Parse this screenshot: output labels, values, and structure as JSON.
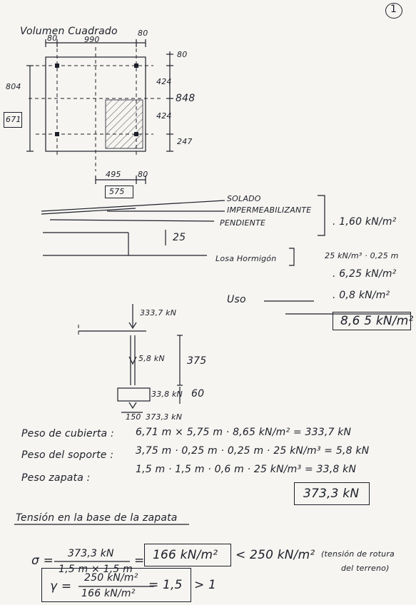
{
  "page_number": "1",
  "plan": {
    "title": "Volumen Cuadrado",
    "dim_80_left": "80",
    "dim_990": "990",
    "dim_80_right": "80",
    "dim_80_side": "80",
    "dim_424_top": "424",
    "dim_424_bottom": "424",
    "dim_848": "848",
    "dim_247": "247",
    "dim_804": "804",
    "dim_671": "671",
    "dim_495": "495",
    "dim_80_bottom": "80",
    "dim_575": "575"
  },
  "layers": {
    "solado": "SOLADO",
    "impermeabilizante": "IMPERMEABILIZANTE",
    "pendiente": "PENDIENTE",
    "dim_25": "25",
    "losa": "Losa Hormigón",
    "val_finishes": ". 1,60 kN/m²",
    "val_losa_calc": "25 kN/m³ · 0,25 m",
    "val_losa": ". 6,25 kN/m²",
    "uso": "Uso",
    "val_uso": ". 0,8 kN/m²",
    "total": "8,6 5 kN/m²"
  },
  "column": {
    "load_top": "333,7 kN",
    "load_mid": "5,8 kN",
    "dim_375": "375",
    "load_base": "33,8 kN",
    "dim_60": "60",
    "dim_150": "150",
    "load_total": "373,3 kN"
  },
  "weights": {
    "row1_label": "Peso de cubierta :",
    "row1_expr": "6,71 m × 5,75 m · 8,65 kN/m² = 333,7 kN",
    "row2_label": "Peso del soporte :",
    "row2_expr": "3,75 m · 0,25 m · 0,25 m · 25 kN/m³ = 5,8 kN",
    "row3_label": "Peso zapata :",
    "row3_expr": "1,5 m · 1,5 m · 0,6 m · 25 kN/m³ = 33,8 kN",
    "total": "373,3 kN"
  },
  "stress": {
    "title": "Tensión en la base de la zapata",
    "sigma": "σ =",
    "numerator": "373,3 kN",
    "denominator": "1,5 m × 1,5 m",
    "equals": "=",
    "result": "166 kN/m²",
    "compare": "< 250 kN/m²",
    "note_1": "(tensión de rotura",
    "note_2": "del terreno)"
  },
  "safety": {
    "gamma": "γ =",
    "numerator": "250 kN/m²",
    "denominator": "166 kN/m²",
    "result": "= 1,5",
    "compare": "> 1"
  }
}
